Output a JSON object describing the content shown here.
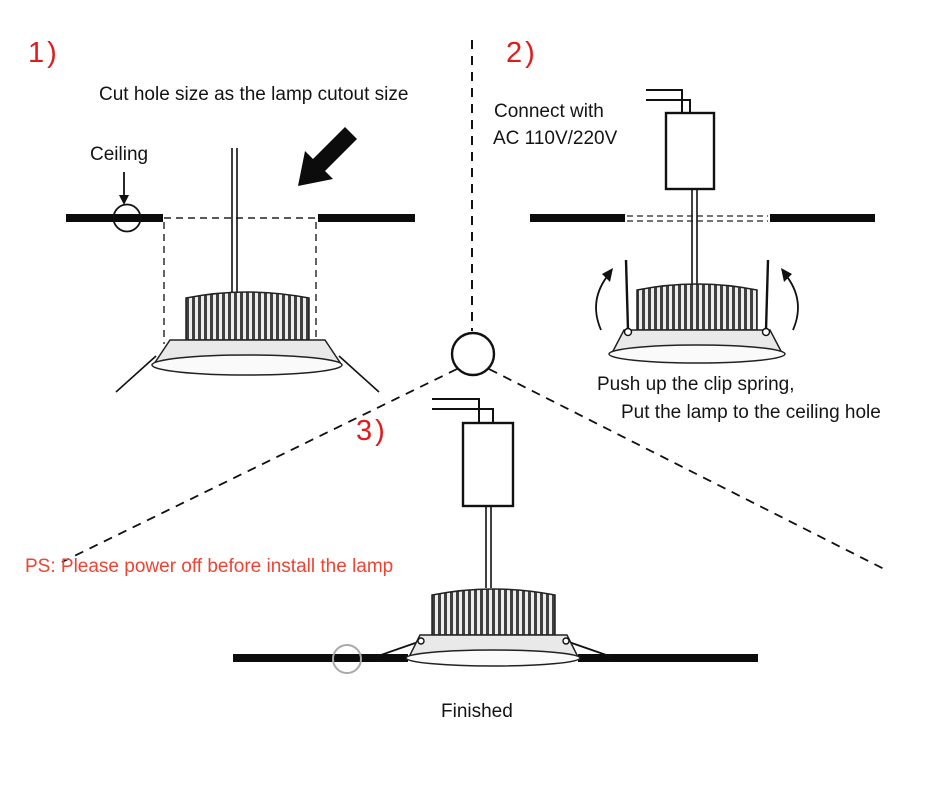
{
  "colors": {
    "step_red": "#e01b1b",
    "warning_red": "#ee4433",
    "ink": "#141414"
  },
  "step1": {
    "number": "1)",
    "caption": "Cut hole size as the lamp cutout size",
    "ceiling_label": "Ceiling"
  },
  "step2": {
    "number": "2)",
    "caption_line1": "Connect with",
    "caption_line2": "AC 110V/220V",
    "note_line1": "Push up the clip spring,",
    "note_line2": "Put the lamp to the ceiling hole"
  },
  "step3": {
    "number": "3)",
    "warning": "PS: Please power off before install the lamp",
    "finished_label": "Finished"
  }
}
